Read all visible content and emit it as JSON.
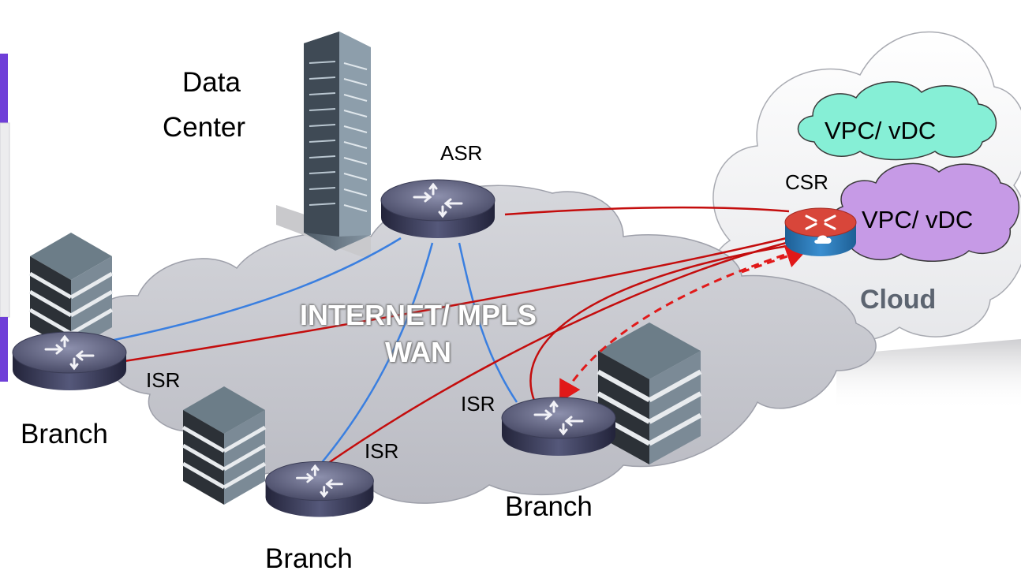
{
  "labels": {
    "data_center_line1": "Data",
    "data_center_line2": "Center",
    "asr": "ASR",
    "csr": "CSR",
    "vpc_top": "VPC/ vDC",
    "vpc_bottom": "VPC/ vDC",
    "cloud": "Cloud",
    "wan_line1": "INTERNET/ MPLS",
    "wan_line2": "WAN",
    "isr_left": "ISR",
    "isr_bottom": "ISR",
    "isr_right": "ISR",
    "branch_left": "Branch",
    "branch_bottom": "Branch",
    "branch_right": "Branch"
  },
  "colors": {
    "blue_link": "#3a7fe0",
    "red_link": "#c40d0d",
    "wan_cloud": "#c4c5cc",
    "vpc_teal": "#86efd6",
    "vpc_purple": "#c69ae6",
    "csr_router_blue": "#2a78b8",
    "csr_router_red": "#d8463a"
  }
}
